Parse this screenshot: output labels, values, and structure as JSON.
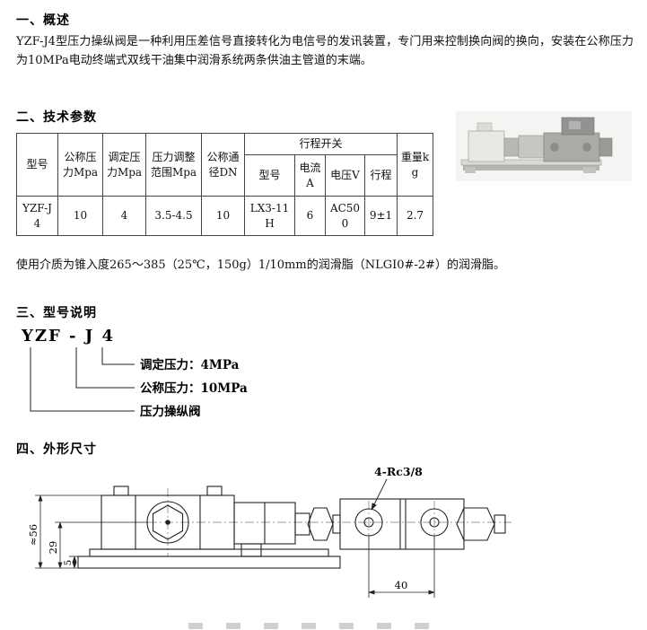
{
  "overview": {
    "title": "一、概述",
    "body": "YZF-J4型压力操纵阀是一种利用压差信号直接转化为电信号的发讯装置，专门用来控制换向阀的换向，安装在公称压力为10MPa电动终端式双线干油集中润滑系统两条供油主管道的末端。"
  },
  "specs": {
    "title": "二、技术参数",
    "note": "使用介质为锥入度265～385（25℃，150g）1/10mm的润滑脂（NLGI0#-2#）的润滑脂。",
    "table": {
      "h_model": "型号",
      "h_nominal_pressure": "公称压力Mpa",
      "h_set_pressure": "调定压力Mpa",
      "h_range": "压力调整范围Mpa",
      "h_dn": "公称通径DN",
      "h_switch": "行程开关",
      "h_sw_model": "型号",
      "h_sw_current": "电流A",
      "h_sw_voltage": "电压V",
      "h_sw_travel": "行程",
      "h_weight": "重量kg",
      "row": [
        "YZF-J4",
        "10",
        "4",
        "3.5-4.5",
        "10",
        "LX3-11H",
        "6",
        "AC500",
        "9±1",
        "2.7"
      ]
    }
  },
  "model_explain": {
    "title": "三、型号说明",
    "code": "YZF - J  4",
    "labels": {
      "set_pressure": "调定压力：4MPa",
      "nominal_pressure": "公称压力：10MPa",
      "valve_name": "压力操纵阀"
    }
  },
  "dimensions": {
    "title": "四、外形尺寸",
    "port_label": "4-Rc3/8",
    "dim_height_total": "≈56",
    "dim_height_center": "29",
    "dim_base_thickness": "5",
    "dim_port_spacing": "40"
  }
}
